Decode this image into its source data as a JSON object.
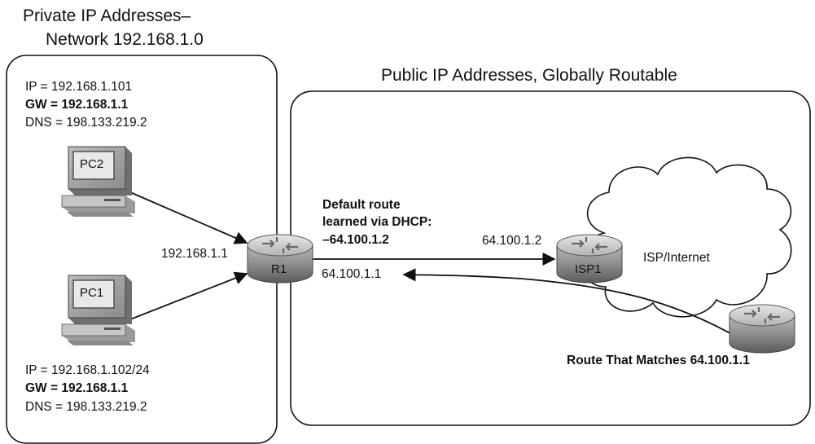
{
  "private_region": {
    "title_line1": "Private IP  Addresses–",
    "title_line2": "Network 192.168.1.0"
  },
  "public_region": {
    "title": "Public IP Addresses, Globally Routable"
  },
  "pc2": {
    "label": "PC2",
    "ip": "IP = 192.168.1.101",
    "gw": "GW = 192.168.1.1",
    "dns": "DNS = 198.133.219.2"
  },
  "pc1": {
    "label": "PC1",
    "ip": "IP = 192.168.1.102/24",
    "gw": "GW = 192.168.1.1",
    "dns": "DNS = 198.133.219.2"
  },
  "r1": {
    "label": "R1",
    "lan_address": "192.168.1.1",
    "wan_address": "64.100.1.1"
  },
  "default_route_note": {
    "line1": "Default route",
    "line2": "learned via DHCP:",
    "line3": "–64.100.1.2"
  },
  "isp1": {
    "label": "ISP1",
    "address": "64.100.1.2"
  },
  "cloud": {
    "label": "ISP/Internet"
  },
  "remote_router": {
    "caption": "Route That Matches 64.100.1.1"
  }
}
